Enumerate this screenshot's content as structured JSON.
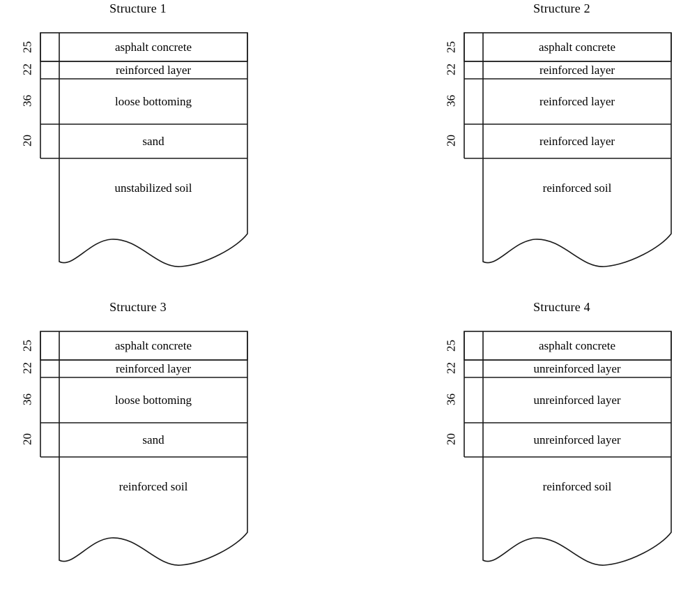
{
  "figure": {
    "title": "",
    "line_color": "#1a1a1a",
    "background": "#ffffff",
    "text_color": "#000000",
    "dimension_unit_note": ""
  },
  "dimensions": {
    "labels": [
      "25",
      "22",
      "36",
      "20"
    ]
  },
  "panels": [
    {
      "id": "structure-1",
      "title": "Structure 1",
      "dims": [
        "25",
        "22",
        "36",
        "20"
      ],
      "layers": [
        "asphalt concrete",
        "reinforced layer",
        "loose bottoming",
        "sand"
      ],
      "subgrade": "unstabilized soil"
    },
    {
      "id": "structure-2",
      "title": "Structure 2",
      "dims": [
        "25",
        "22",
        "36",
        "20"
      ],
      "layers": [
        "asphalt concrete",
        "reinforced layer",
        "reinforced layer",
        "reinforced layer"
      ],
      "subgrade": "reinforced soil"
    },
    {
      "id": "structure-3",
      "title": "Structure 3",
      "dims": [
        "25",
        "22",
        "36",
        "20"
      ],
      "layers": [
        "asphalt concrete",
        "reinforced layer",
        "loose bottoming",
        "sand"
      ],
      "subgrade": "reinforced soil"
    },
    {
      "id": "structure-4",
      "title": "Structure 4",
      "dims": [
        "25",
        "22",
        "36",
        "20"
      ],
      "layers": [
        "asphalt concrete",
        "unreinforced layer",
        "unreinforced layer",
        "unreinforced layer"
      ],
      "subgrade": "reinforced soil"
    }
  ]
}
